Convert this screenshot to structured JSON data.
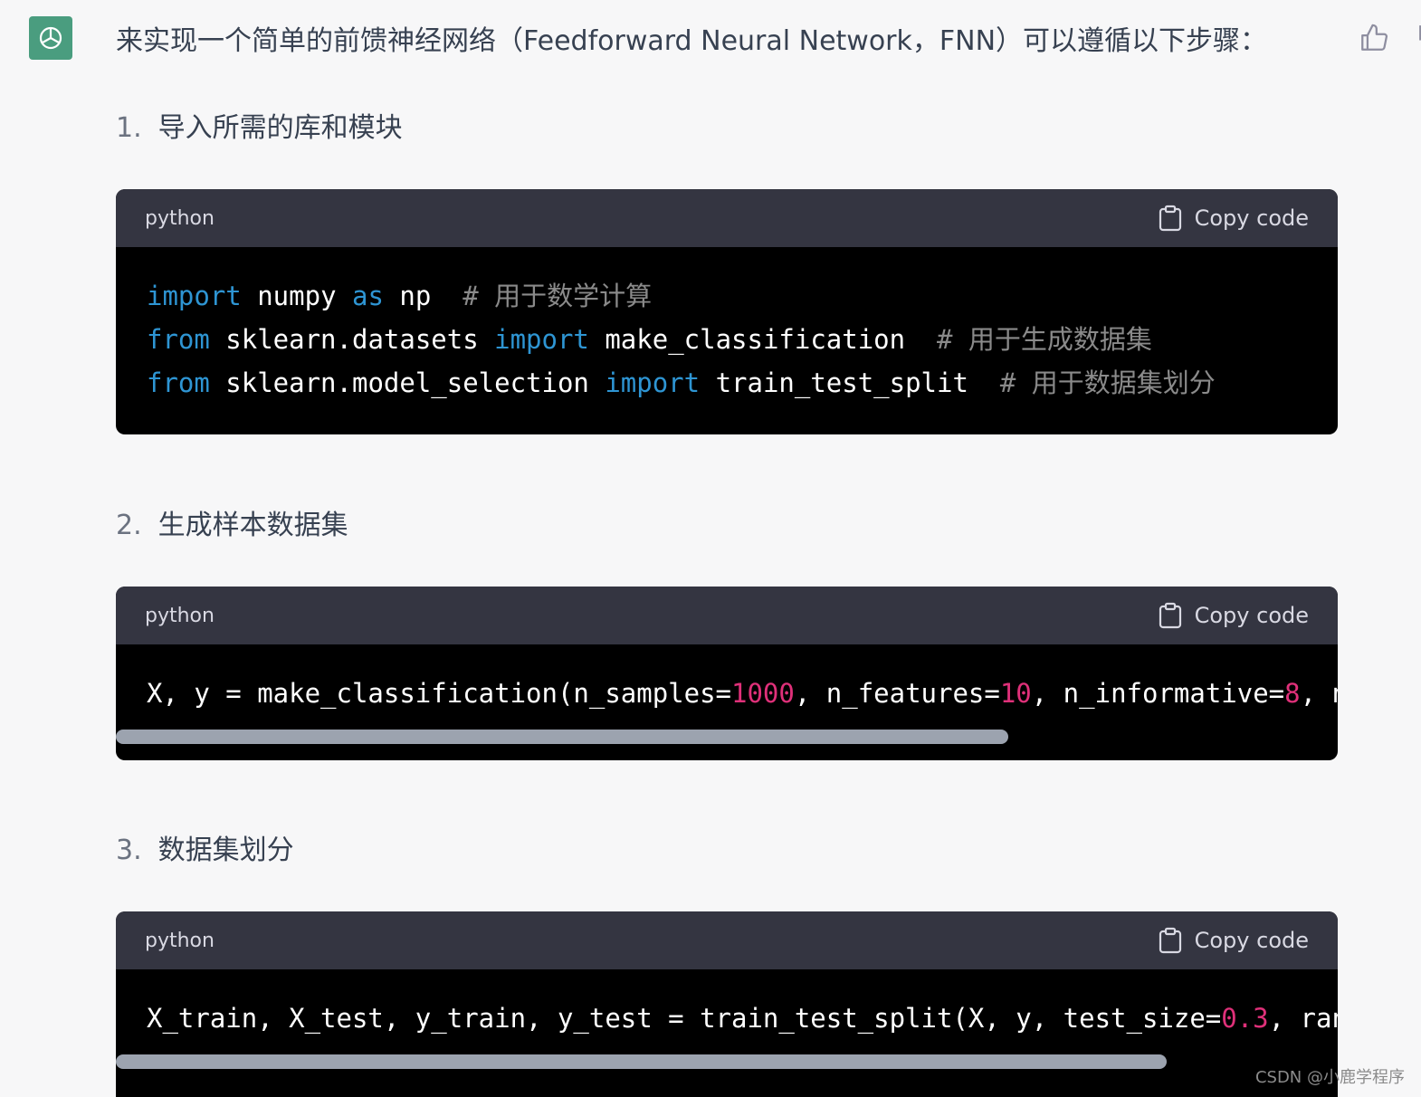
{
  "intro_text": "来实现一个简单的前馈神经网络（Feedforward Neural Network，FNN）可以遵循以下步骤：",
  "colors": {
    "avatar": "#4a9d7f",
    "keyword": "#2e95d3",
    "comment": "#8a8a8a",
    "number": "#df3079",
    "code_bg": "#000000",
    "header_bg": "#343541"
  },
  "steps": [
    {
      "num": "1.",
      "title": "导入所需的库和模块"
    },
    {
      "num": "2.",
      "title": "生成样本数据集"
    },
    {
      "num": "3.",
      "title": "数据集划分"
    }
  ],
  "blocks": [
    {
      "lang": "python",
      "copy_label": "Copy code",
      "lines": [
        [
          {
            "t": "import",
            "c": "kw"
          },
          {
            "t": " numpy "
          },
          {
            "t": "as",
            "c": "kw"
          },
          {
            "t": " np  "
          },
          {
            "t": "# 用于数学计算",
            "c": "cm"
          }
        ],
        [
          {
            "t": "from",
            "c": "kw"
          },
          {
            "t": " sklearn.datasets "
          },
          {
            "t": "import",
            "c": "kw"
          },
          {
            "t": " make_classification  "
          },
          {
            "t": "# 用于生成数据集",
            "c": "cm"
          }
        ],
        [
          {
            "t": "from",
            "c": "kw"
          },
          {
            "t": " sklearn.model_selection "
          },
          {
            "t": "import",
            "c": "kw"
          },
          {
            "t": " train_test_split  "
          },
          {
            "t": "# 用于数据集划分",
            "c": "cm"
          }
        ]
      ]
    },
    {
      "lang": "python",
      "copy_label": "Copy code",
      "scroll": 0.73,
      "lines": [
        [
          {
            "t": "X, y = make_classification(n_samples="
          },
          {
            "t": "1000",
            "c": "num-lit"
          },
          {
            "t": ", n_features="
          },
          {
            "t": "10",
            "c": "num-lit"
          },
          {
            "t": ", n_informative="
          },
          {
            "t": "8",
            "c": "num-lit"
          },
          {
            "t": ", n_re"
          }
        ]
      ]
    },
    {
      "lang": "python",
      "copy_label": "Copy code",
      "scroll": 0.86,
      "lines": [
        [
          {
            "t": "X_train, X_test, y_train, y_test = train_test_split(X, y, test_size="
          },
          {
            "t": "0.3",
            "c": "num-lit"
          },
          {
            "t": ", randor"
          }
        ]
      ]
    }
  ],
  "watermark": "CSDN @小鹿学程序"
}
